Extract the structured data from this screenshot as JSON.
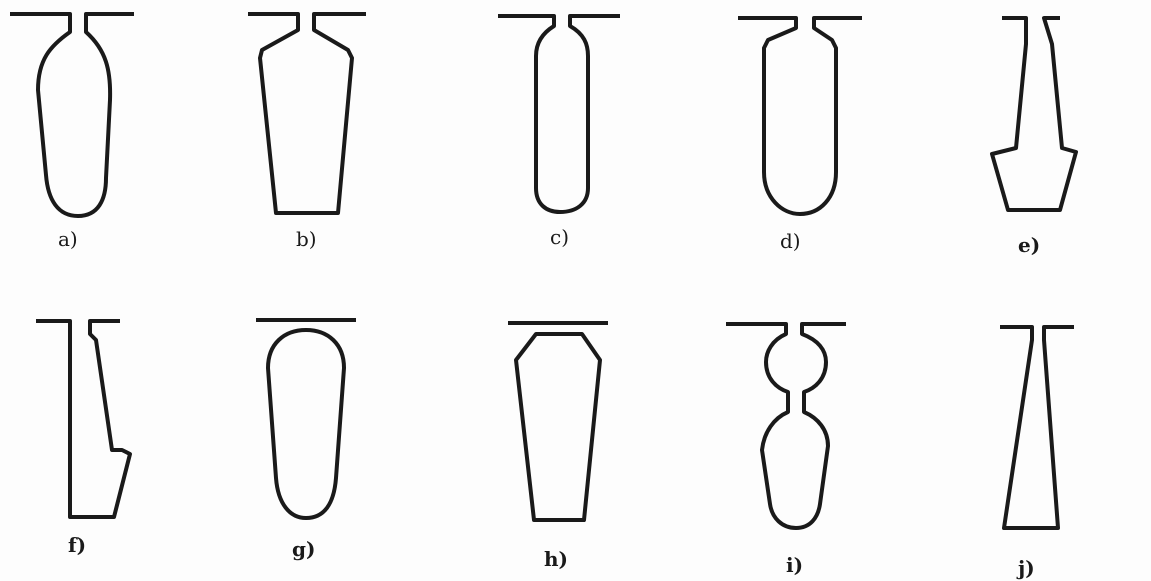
{
  "figure": {
    "subfigures": [
      {
        "id": "a",
        "label": "a)"
      },
      {
        "id": "b",
        "label": "b)"
      },
      {
        "id": "c",
        "label": "c)"
      },
      {
        "id": "d",
        "label": "d)"
      },
      {
        "id": "e",
        "label": "e)"
      },
      {
        "id": "f",
        "label": "f)"
      },
      {
        "id": "g",
        "label": "g)"
      },
      {
        "id": "h",
        "label": "h)"
      },
      {
        "id": "i",
        "label": "i)"
      },
      {
        "id": "j",
        "label": "j)"
      }
    ]
  },
  "colors": {
    "ink": "#1a1a1a",
    "paper": "#fdfdfd"
  }
}
